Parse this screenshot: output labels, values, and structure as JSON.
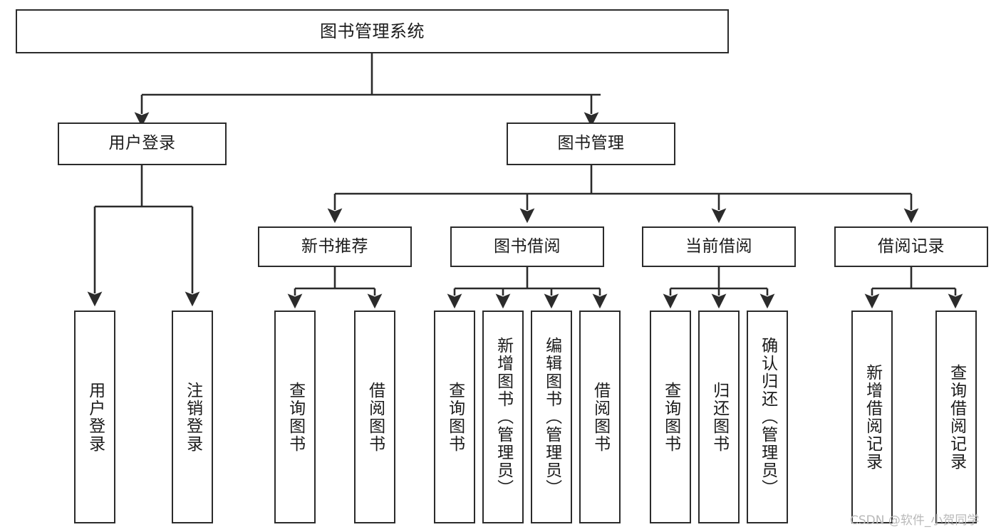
{
  "diagram": {
    "title": "图书管理系统",
    "type": "tree",
    "stroke_color": "#2b2b2b",
    "text_color": "#1b1b1b",
    "background_color": "#ffffff",
    "nodes": {
      "root": {
        "label": "图书管理系统"
      },
      "level2": [
        {
          "id": "user-login",
          "label": "用户登录"
        },
        {
          "id": "book-manage",
          "label": "图书管理"
        }
      ],
      "level3": [
        {
          "id": "new-book-recommend",
          "label": "新书推荐"
        },
        {
          "id": "book-borrow",
          "label": "图书借阅"
        },
        {
          "id": "current-borrow",
          "label": "当前借阅"
        },
        {
          "id": "borrow-record",
          "label": "借阅记录"
        }
      ],
      "leaves": {
        "user-login": [
          {
            "id": "leaf-user-login",
            "label": "用户登录"
          },
          {
            "id": "leaf-logout",
            "label": "注销登录"
          }
        ],
        "new-book-recommend": [
          {
            "id": "leaf-query-book-1",
            "label": "查询图书"
          },
          {
            "id": "leaf-borrow-book-1",
            "label": "借阅图书"
          }
        ],
        "book-borrow": [
          {
            "id": "leaf-query-book-2",
            "label": "查询图书"
          },
          {
            "id": "leaf-add-book",
            "label": "新增图书（管理员）"
          },
          {
            "id": "leaf-edit-book",
            "label": "编辑图书（管理员）"
          },
          {
            "id": "leaf-borrow-book-2",
            "label": "借阅图书"
          }
        ],
        "current-borrow": [
          {
            "id": "leaf-query-book-3",
            "label": "查询图书"
          },
          {
            "id": "leaf-return-book",
            "label": "归还图书"
          },
          {
            "id": "leaf-confirm-return",
            "label": "确认归还（管理员）"
          }
        ],
        "borrow-record": [
          {
            "id": "leaf-add-record",
            "label": "新增借阅记录"
          },
          {
            "id": "leaf-query-record",
            "label": "查询借阅记录"
          }
        ]
      }
    }
  },
  "watermark": {
    "text": "CSDN @软件_小贺同学"
  }
}
